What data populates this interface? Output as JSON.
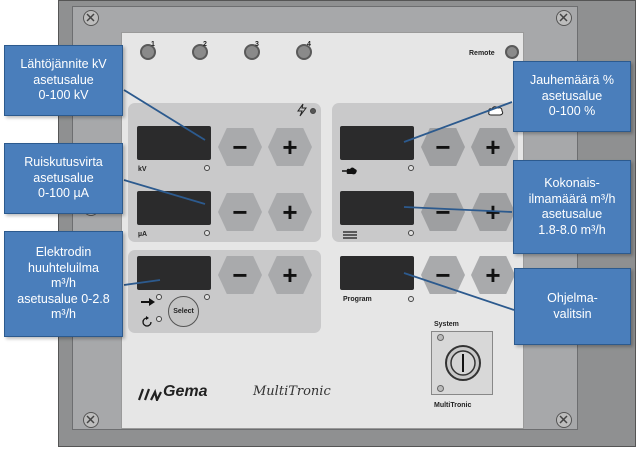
{
  "device": {
    "remote_label": "Remote",
    "knobs": [
      "1",
      "2",
      "3",
      "4"
    ],
    "panels": {
      "kv_label": "kV",
      "ua_label": "µA",
      "select_label": "Select",
      "program_label": "Program",
      "minus": "−",
      "plus": "+"
    },
    "system_label": "System",
    "system_brand": "MultiTronic",
    "brand_logo": "Gema",
    "brand_name": "MultiTronic"
  },
  "callouts": {
    "voltage": [
      "Lähtöjännite kV",
      "asetusalue",
      "0-100 kV"
    ],
    "current": [
      "Ruiskutusvirta",
      "asetusalue",
      "0-100 µA"
    ],
    "electrode": [
      "Elektrodin",
      "huuhteluilma",
      "m³/h",
      "asetusalue 0-2.8",
      "m³/h"
    ],
    "powder": [
      "Jauhemäärä %",
      "asetusalue",
      "0-100 %"
    ],
    "air": [
      "Kokonais-",
      "ilmamäärä m³/h",
      "asetusalue",
      "1.8-8.0 m³/h"
    ],
    "program": [
      "Ohjelma-",
      "valitsin"
    ]
  },
  "colors": {
    "callout_fill": "#4a7ebb",
    "display": "#2b2b2c",
    "panel": "#c9c9ca"
  },
  "icons": [
    "screw-icon",
    "lightning-icon",
    "powder-cloud-icon",
    "air-flow-icon",
    "arrow-right-icon",
    "rinse-icon",
    "key-switch-icon"
  ]
}
